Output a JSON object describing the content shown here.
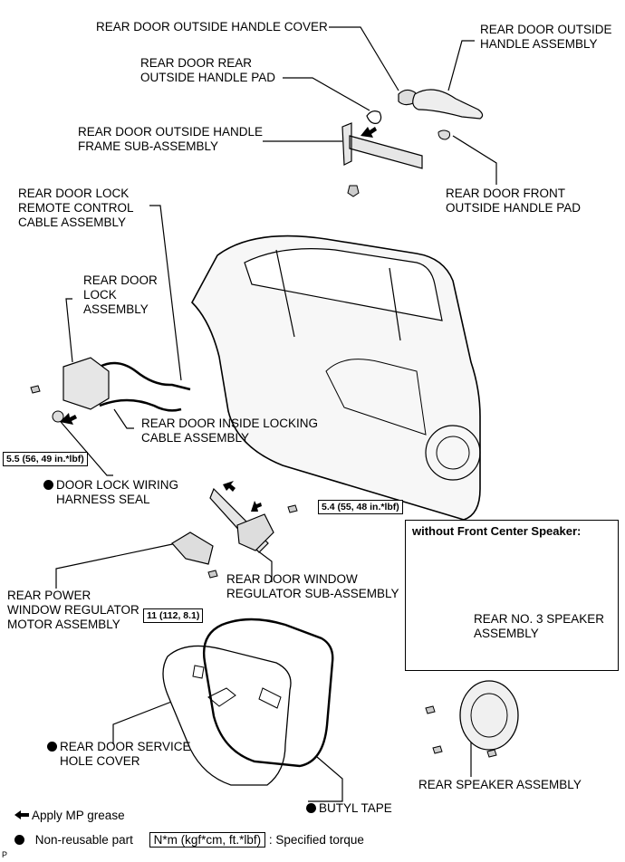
{
  "parts": {
    "outside_handle_cover": "REAR DOOR OUTSIDE HANDLE COVER",
    "outside_handle_assembly": [
      "REAR DOOR OUTSIDE",
      "HANDLE ASSEMBLY"
    ],
    "rear_outside_handle_pad": [
      "REAR DOOR REAR",
      "OUTSIDE HANDLE PAD"
    ],
    "outside_handle_frame": [
      "REAR DOOR OUTSIDE HANDLE",
      "FRAME SUB-ASSEMBLY"
    ],
    "front_outside_handle_pad": [
      "REAR DOOR FRONT",
      "OUTSIDE HANDLE PAD"
    ],
    "remote_control_cable": [
      "REAR DOOR LOCK",
      "REMOTE CONTROL",
      "CABLE ASSEMBLY"
    ],
    "door_lock_assembly": [
      "REAR DOOR",
      "LOCK",
      "ASSEMBLY"
    ],
    "inside_locking_cable": [
      "REAR DOOR INSIDE LOCKING",
      "CABLE ASSEMBLY"
    ],
    "wiring_harness_seal": [
      "DOOR LOCK WIRING",
      "HARNESS SEAL"
    ],
    "window_regulator_motor": [
      "REAR POWER",
      "WINDOW REGULATOR",
      "MOTOR ASSEMBLY"
    ],
    "window_regulator": [
      "REAR DOOR WINDOW",
      "REGULATOR SUB-ASSEMBLY"
    ],
    "service_hole_cover": [
      "REAR DOOR SERVICE",
      "HOLE COVER"
    ],
    "butyl_tape": "BUTYL TAPE",
    "no3_speaker": [
      "REAR NO. 3 SPEAKER",
      "ASSEMBLY"
    ],
    "rear_speaker": "REAR SPEAKER ASSEMBLY"
  },
  "torques": {
    "lock": "5.5 (56, 49 in.*lbf)",
    "regulator_upper": "5.4 (55, 48 in.*lbf)",
    "regulator_lower": "11 (112, 8.1)"
  },
  "inset": {
    "title": "without Front Center Speaker:"
  },
  "legend": {
    "grease": "Apply MP grease",
    "non_reusable": "Non-reusable part",
    "torque_sample": "N*m (kgf*cm, ft.*lbf)",
    "torque_desc": ": Specified torque"
  },
  "figure_id": "P"
}
